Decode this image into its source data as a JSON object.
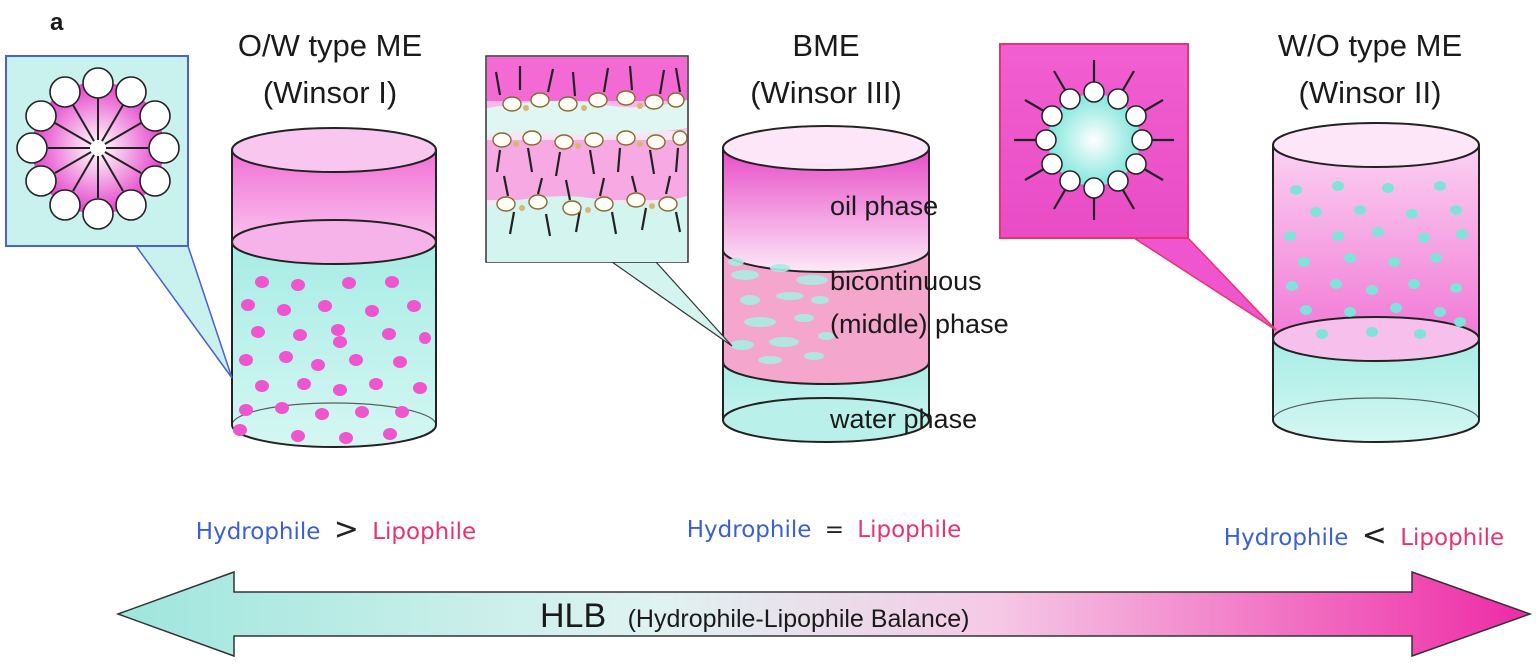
{
  "panel_letter": "a",
  "columns": {
    "ow": {
      "title": "O/W type ME",
      "subtitle": "(Winsor I)"
    },
    "bme": {
      "title": "BME",
      "subtitle": "(Winsor III)",
      "phase_oil": "oil phase",
      "phase_mid_1": "bicontinuous",
      "phase_mid_2": "(middle)  phase",
      "phase_water": "water  phase"
    },
    "wo": {
      "title": "W/O type ME",
      "subtitle": "(Winsor II)"
    }
  },
  "balance": {
    "ow": {
      "left": "Hydrophile",
      "sign": ">",
      "right": "Lipophile"
    },
    "bme": {
      "left": "Hydrophile",
      "sign": "=",
      "right": "Lipophile"
    },
    "wo": {
      "left": "Hydrophile",
      "sign": "<",
      "right": "Lipophile"
    }
  },
  "hlb": {
    "abbr": "HLB",
    "full": "(Hydrophile-Lipophile Balance)"
  },
  "colors": {
    "hydrophile": "#3a5fd6",
    "lipophile": "#e8336e",
    "oil": "#f07ad8",
    "water": "#a8ece6",
    "arrow_left": "#9ee6dd",
    "arrow_right": "#ee2aa6"
  }
}
